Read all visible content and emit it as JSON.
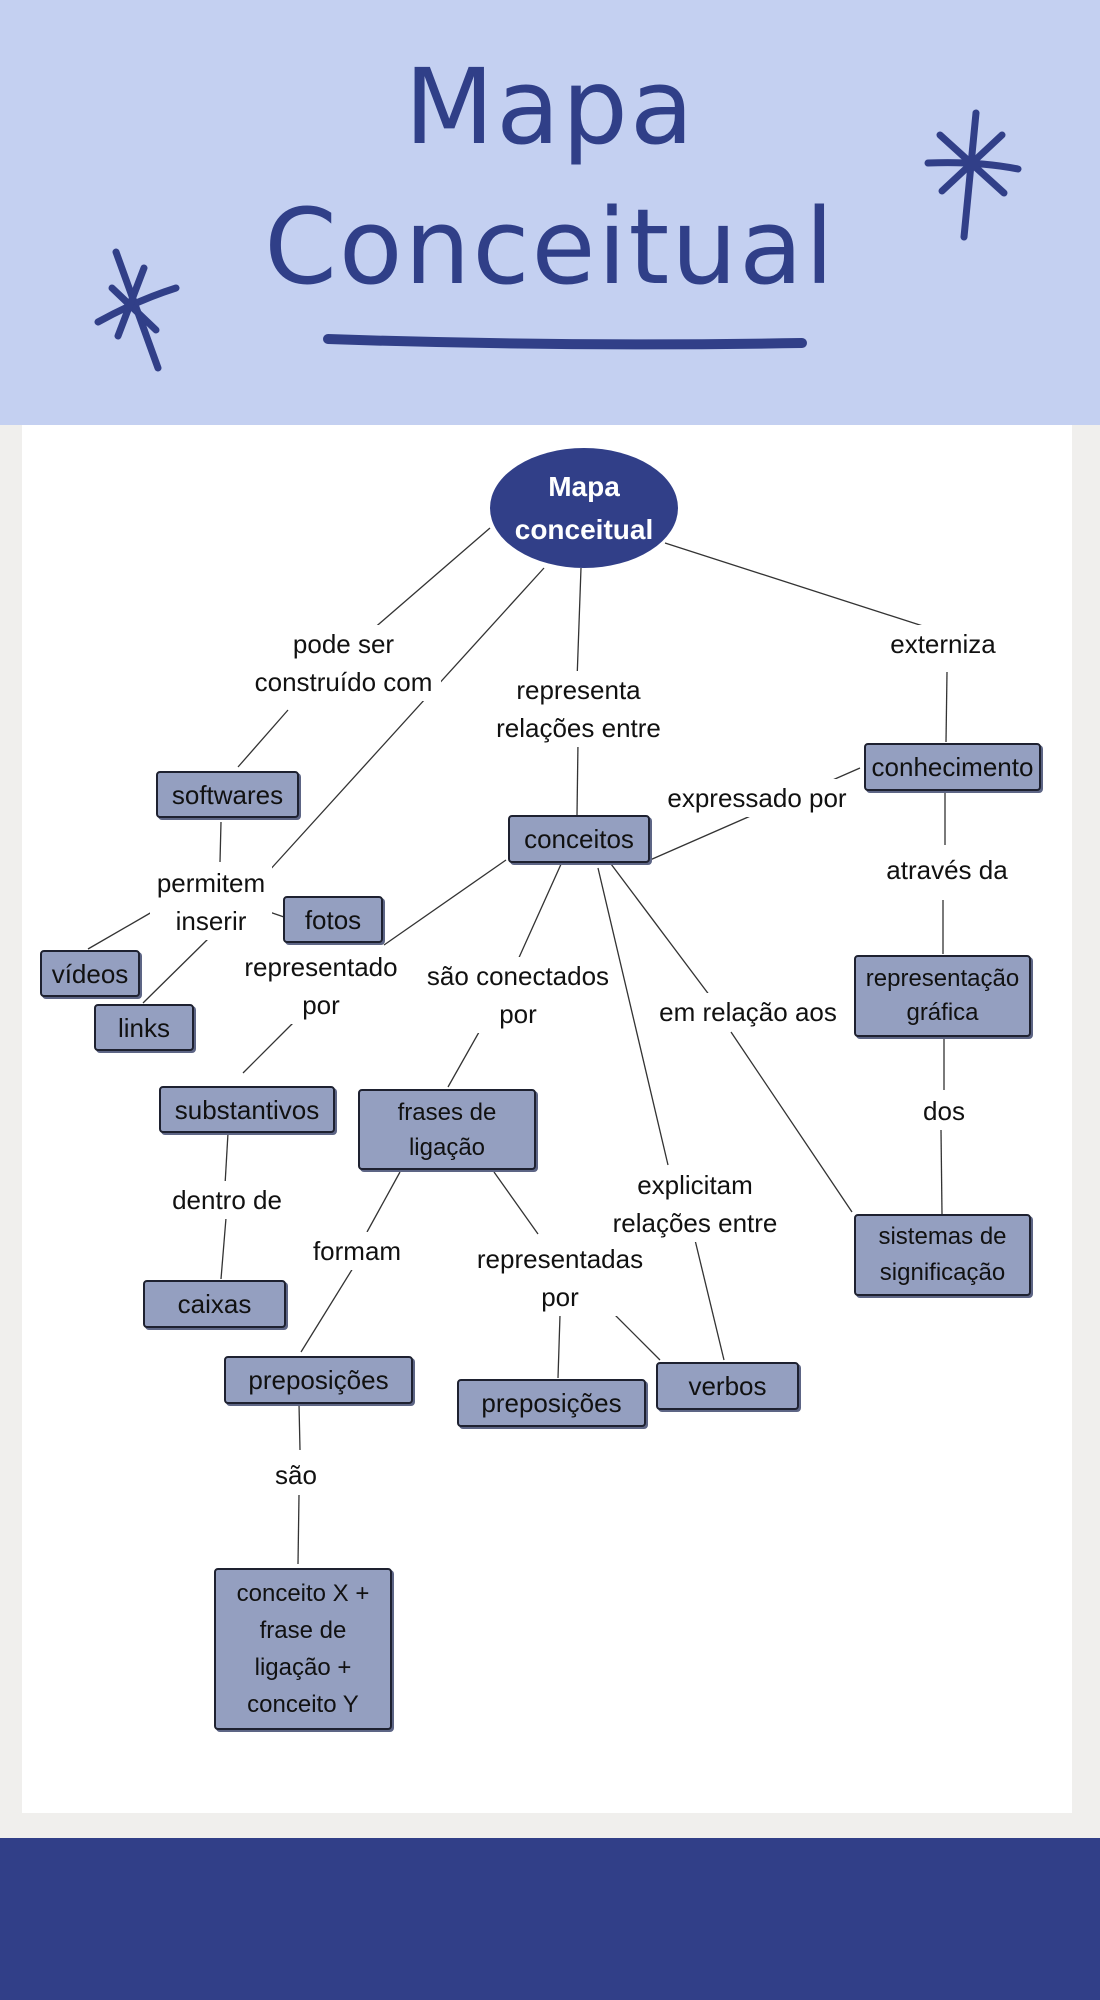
{
  "header": {
    "title_line1": "Mapa",
    "title_line2": "Conceitual"
  },
  "colors": {
    "header_bg": "#c4d0f1",
    "accent": "#313f88",
    "node_fill": "#949fc0",
    "page_bg": "#f0efed"
  },
  "map": {
    "root": {
      "line1": "Mapa",
      "line2": "conceitual"
    },
    "nodes": {
      "softwares": "softwares",
      "conceitos": "conceitos",
      "conhecimento": "conhecimento",
      "fotos": "fotos",
      "videos": "vídeos",
      "links": "links",
      "representacao_1": "representação",
      "representacao_2": "gráfica",
      "substantivos": "substantivos",
      "frases_1": "frases de",
      "frases_2": "ligação",
      "sistemas_1": "sistemas de",
      "sistemas_2": "significação",
      "caixas": "caixas",
      "preposicoes_left": "preposições",
      "preposicoes_center": "preposições",
      "verbos": "verbos",
      "conceito_1": "conceito X +",
      "conceito_2": "frase de",
      "conceito_3": "ligação +",
      "conceito_4": "conceito Y"
    },
    "links": {
      "pode_ser_1": "pode ser",
      "pode_ser_2": "construído com",
      "representa_1": "representa",
      "representa_2": "relações entre",
      "externiza": "externiza",
      "expressado_por": "expressado por",
      "atraves_da": "através da",
      "permitem_1": "permitem",
      "permitem_2": "inserir",
      "representado_1": "representado",
      "representado_2": "por",
      "conectados_1": "são conectados",
      "conectados_2": "por",
      "em_relacao": "em relação aos",
      "dos": "dos",
      "dentro_de": "dentro de",
      "explicitam_1": "explicitam",
      "explicitam_2": "relações entre",
      "formam": "formam",
      "representadas_1": "representadas",
      "representadas_2": "por",
      "sao": "são"
    }
  }
}
